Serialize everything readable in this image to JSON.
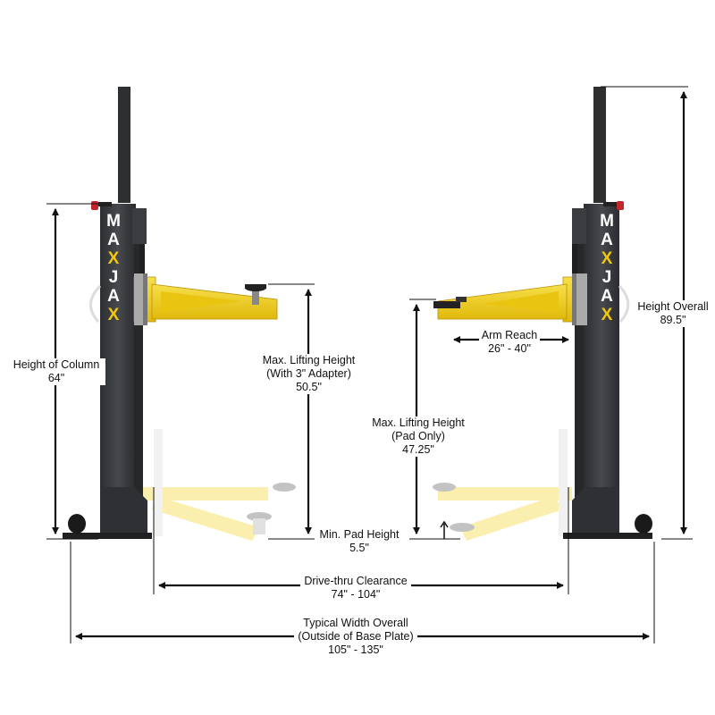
{
  "brand": {
    "logo_text": "MAXJAX",
    "accent_color": "#f2c80f",
    "column_color": "#3b3d40",
    "arm_color": "#f2d21a"
  },
  "dimensions": {
    "height_of_column": {
      "label": "Height of Column",
      "value": "64\""
    },
    "max_lift_adapter": {
      "line1": "Max. Lifting Height",
      "line2": "(With 3\" Adapter)",
      "value": "50.5\""
    },
    "arm_reach": {
      "label": "Arm Reach",
      "value": "26\" - 40\""
    },
    "height_overall": {
      "label": "Height Overall",
      "value": "89.5\""
    },
    "max_lift_pad": {
      "line1": "Max. Lifting Height",
      "line2": "(Pad Only)",
      "value": "47.25\""
    },
    "min_pad_height": {
      "label": "Min. Pad Height",
      "value": "5.5\""
    },
    "drive_thru": {
      "label": "Drive-thru Clearance",
      "value": "74\" - 104\""
    },
    "width_overall": {
      "line1": "Typical Width Overall",
      "line2": "(Outside of Base Plate)",
      "value": "105\" - 135\""
    }
  }
}
